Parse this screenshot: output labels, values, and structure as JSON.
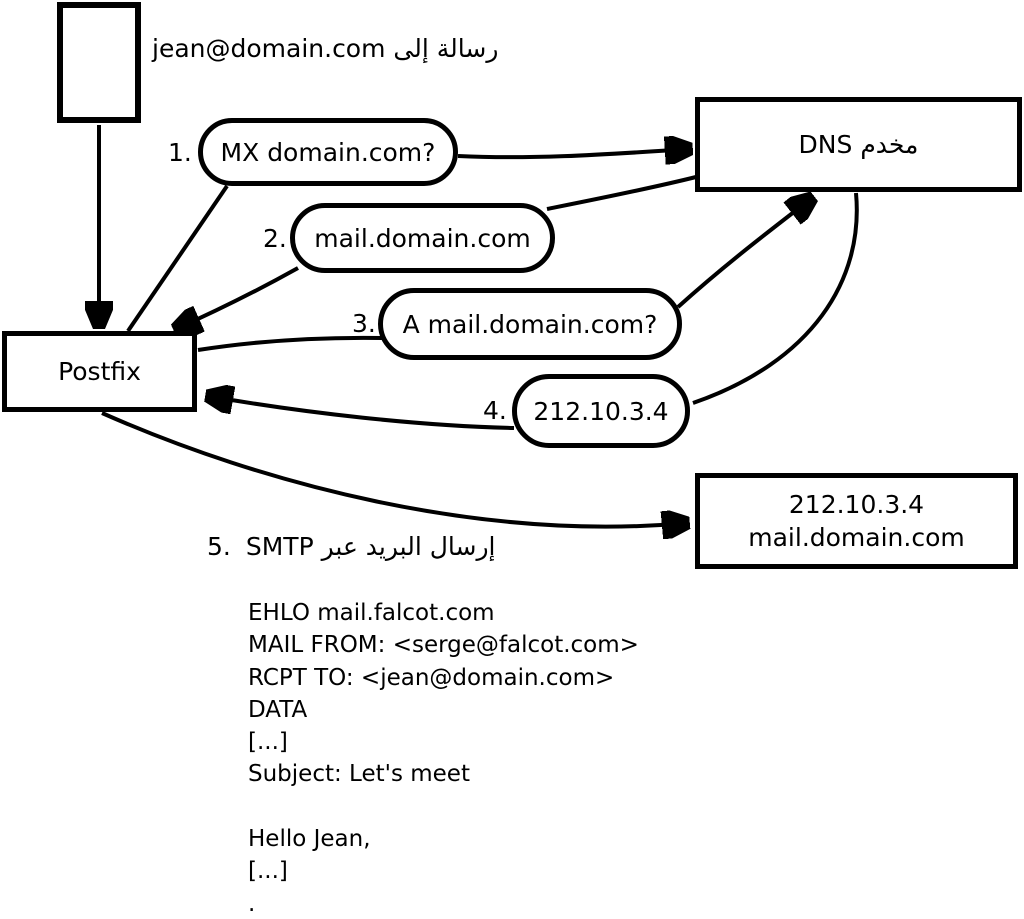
{
  "colors": {
    "ink": "#000000",
    "paper": "#ffffff"
  },
  "header": {
    "message_label": "رسالة إلى jean@domain.com"
  },
  "nodes": {
    "postfix": {
      "label": "Postfix"
    },
    "dns": {
      "label": "مخدم DNS"
    },
    "target": {
      "line1": "212.10.3.4",
      "line2": "mail.domain.com"
    }
  },
  "steps": [
    {
      "num": "1.",
      "text": "MX domain.com?"
    },
    {
      "num": "2.",
      "text": "mail.domain.com"
    },
    {
      "num": "3.",
      "text": "A mail.domain.com?"
    },
    {
      "num": "4.",
      "text": "212.10.3.4"
    },
    {
      "num": "5.",
      "text": "إرسال البريد عبر SMTP"
    }
  ],
  "smtp_session": {
    "lines": [
      "EHLO mail.falcot.com",
      "MAIL FROM: <serge@falcot.com>",
      "RCPT TO: <jean@domain.com>",
      "DATA",
      "[...]",
      "Subject: Let's meet",
      "",
      "Hello Jean,",
      "[...]",
      "."
    ]
  }
}
